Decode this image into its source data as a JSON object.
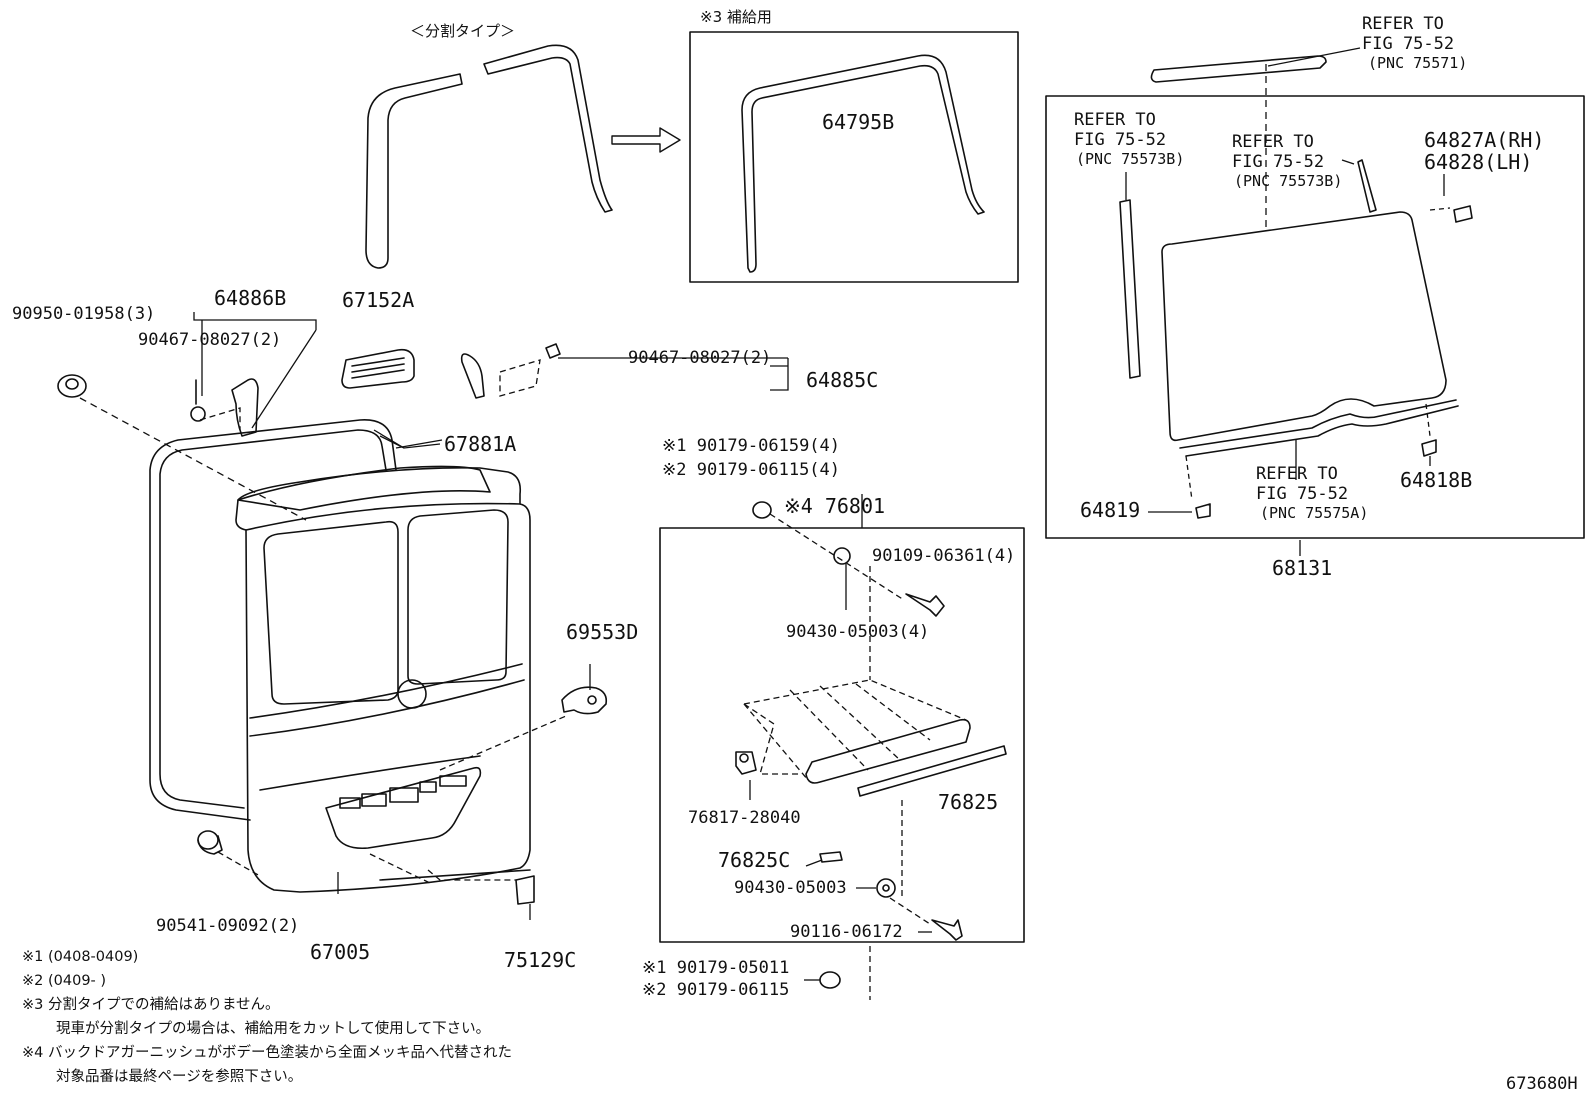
{
  "header": {
    "split_type": "＜分割タイプ＞",
    "supply_box": "※3 補給用"
  },
  "parts": {
    "p64795B": "64795B",
    "p64886B": "64886B",
    "p67152A": "67152A",
    "p90950": "90950-01958(3)",
    "p90467a": "90467-08027(2)",
    "p90467b": "90467-08027(2)",
    "p64885C": "64885C",
    "p67881A": "67881A",
    "p69553D": "69553D",
    "p90541": "90541-09092(2)",
    "p67005": "67005",
    "p75129C": "75129C",
    "p90179_06159": "※1 90179-06159(4)",
    "p90179_06115a": "※2 90179-06115(4)",
    "p76801": "※4 76801",
    "p90109": "90109-06361(4)",
    "p90430a": "90430-05003(4)",
    "p76817": "76817-28040",
    "p76825": "76825",
    "p76825C": "76825C",
    "p90430b": "90430-05003",
    "p90116": "90116-06172",
    "p90179_05011": "※1 90179-05011",
    "p90179_06115b": "※2 90179-06115",
    "p64827A": "64827A(RH)",
    "p64828": "64828(LH)",
    "p64819": "64819",
    "p64818B": "64818B",
    "p68131": "68131"
  },
  "refs": {
    "top": {
      "l1": "REFER TO",
      "l2": "FIG 75-52",
      "l3": "(PNC 75571)"
    },
    "left": {
      "l1": "REFER TO",
      "l2": "FIG 75-52",
      "l3": "(PNC 75573B)"
    },
    "mid": {
      "l1": "REFER TO",
      "l2": "FIG 75-52",
      "l3": "(PNC 75573B)"
    },
    "bottom": {
      "l1": "REFER TO",
      "l2": "FIG 75-52",
      "l3": "(PNC 75575A)"
    }
  },
  "notes": {
    "n1": "※1 (0408-0409)",
    "n2": "※2 (0409-      )",
    "n3a": "※3 分割タイプでの補給はありません。",
    "n3b": "現車が分割タイプの場合は、補給用をカットして使用して下さい。",
    "n4a": "※4 バックドアガーニッシュがボデー色塗装から全面メッキ品へ代替された",
    "n4b": "対象品番は最終ページを参照下さい。"
  },
  "figure_id": "673680H"
}
